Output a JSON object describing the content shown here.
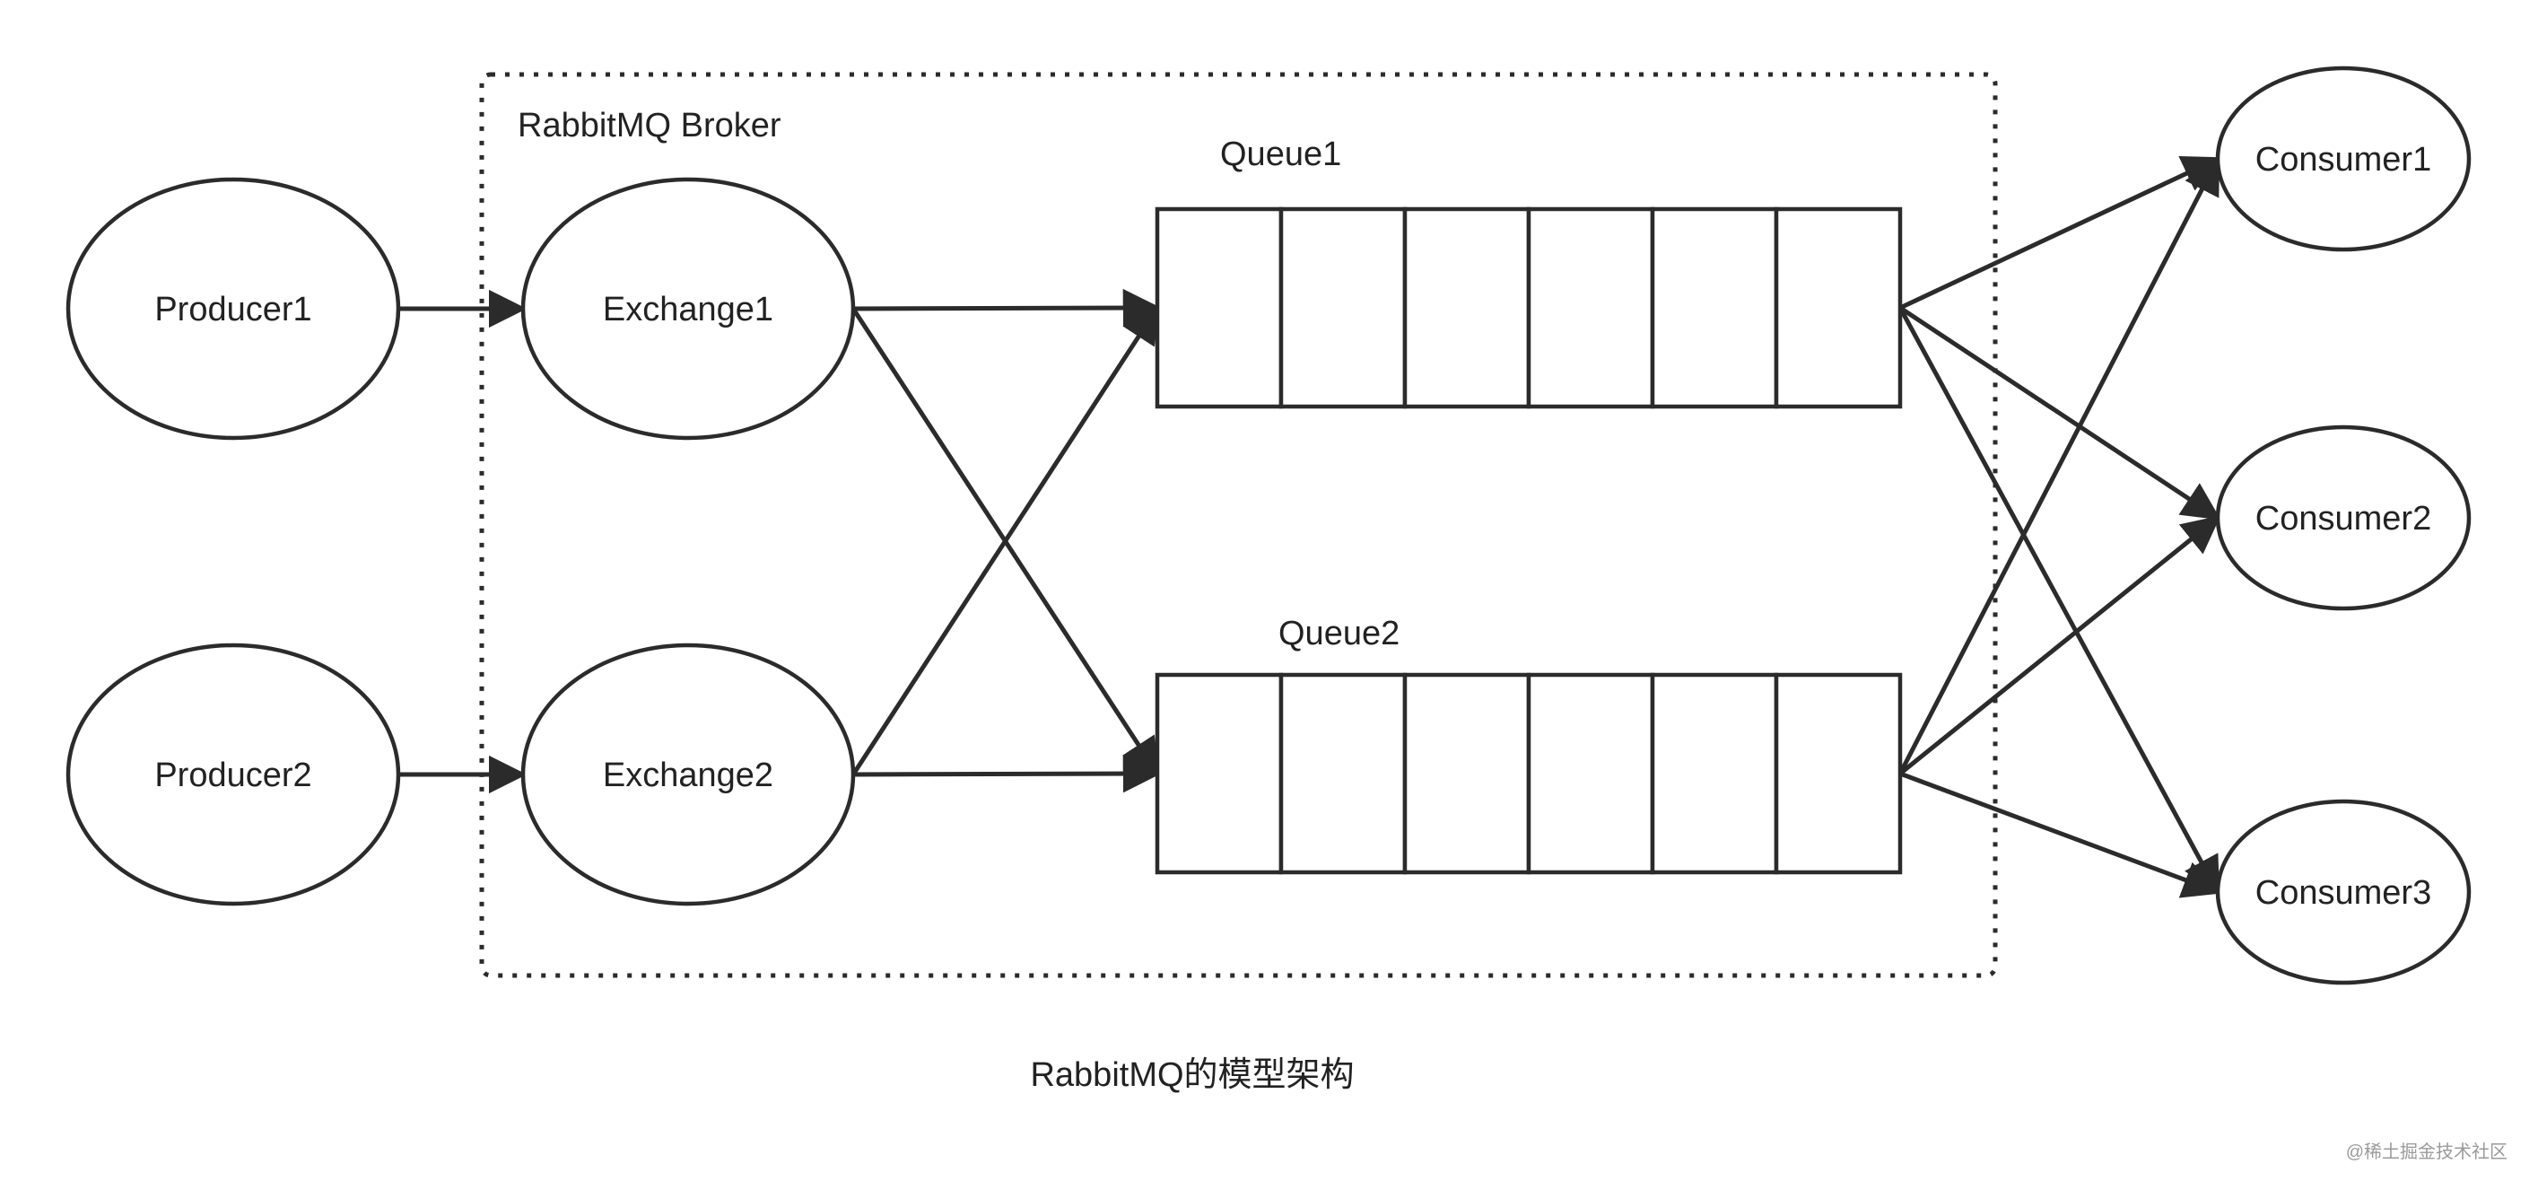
{
  "broker": {
    "label": "RabbitMQ Broker"
  },
  "producers": [
    {
      "id": "producer1",
      "label": "Producer1"
    },
    {
      "id": "producer2",
      "label": "Producer2"
    }
  ],
  "exchanges": [
    {
      "id": "exchange1",
      "label": "Exchange1"
    },
    {
      "id": "exchange2",
      "label": "Exchange2"
    }
  ],
  "queues": [
    {
      "id": "queue1",
      "label": "Queue1",
      "slots": 6
    },
    {
      "id": "queue2",
      "label": "Queue2",
      "slots": 6
    }
  ],
  "consumers": [
    {
      "id": "consumer1",
      "label": "Consumer1"
    },
    {
      "id": "consumer2",
      "label": "Consumer2"
    },
    {
      "id": "consumer3",
      "label": "Consumer3"
    }
  ],
  "edges": [
    {
      "from": "producer1",
      "to": "exchange1"
    },
    {
      "from": "producer2",
      "to": "exchange2"
    },
    {
      "from": "exchange1",
      "to": "queue1"
    },
    {
      "from": "exchange1",
      "to": "queue2"
    },
    {
      "from": "exchange2",
      "to": "queue1"
    },
    {
      "from": "exchange2",
      "to": "queue2"
    },
    {
      "from": "queue1",
      "to": "consumer1"
    },
    {
      "from": "queue1",
      "to": "consumer2"
    },
    {
      "from": "queue1",
      "to": "consumer3"
    },
    {
      "from": "queue2",
      "to": "consumer1"
    },
    {
      "from": "queue2",
      "to": "consumer2"
    },
    {
      "from": "queue2",
      "to": "consumer3"
    }
  ],
  "caption": "RabbitMQ的模型架构",
  "watermark": "@稀土掘金技术社区",
  "colors": {
    "stroke": "#2b2b2b",
    "text": "#222222",
    "background": "#ffffff"
  }
}
